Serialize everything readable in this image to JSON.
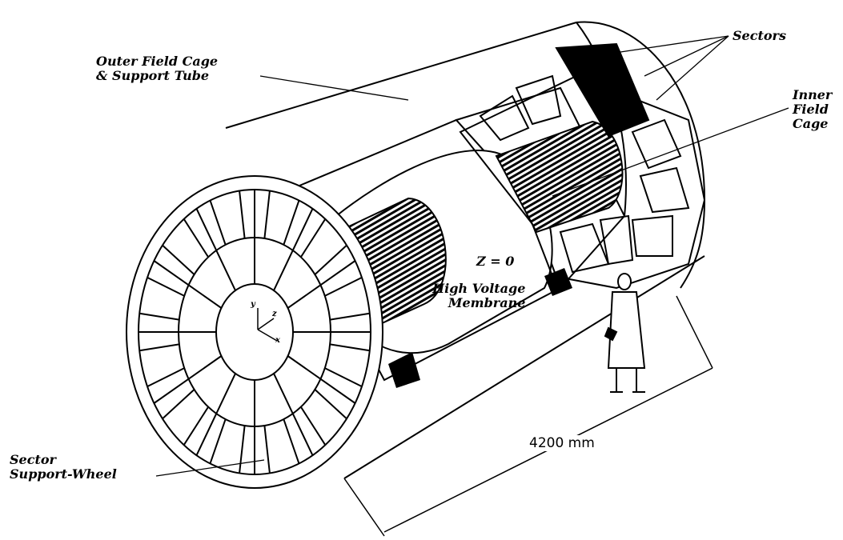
{
  "labels": {
    "outer_field_cage": [
      "Outer Field Cage",
      "& Support Tube"
    ],
    "sectors": "Sectors",
    "inner_field_cage": [
      "Inner",
      "Field",
      "Cage"
    ],
    "z_zero": "Z = 0",
    "hv_membrane": [
      "High Voltage",
      "Membrane"
    ],
    "sector_support_wheel": [
      "Sector",
      "Support-Wheel"
    ],
    "dimension": "4200 mm",
    "axis_y": "y",
    "axis_z": "z",
    "axis_x": "x"
  },
  "colors": {
    "ink": "#000000",
    "paper": "#ffffff"
  }
}
